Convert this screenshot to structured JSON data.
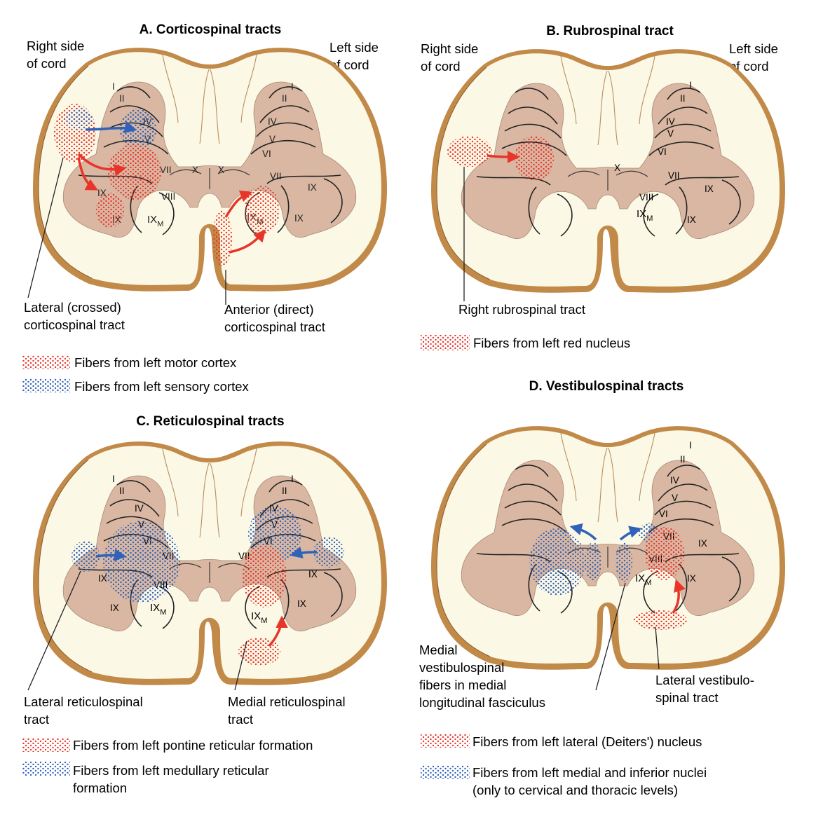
{
  "panels": {
    "a": {
      "title": "A. Corticospinal tracts",
      "right_side": [
        "Right side",
        "of cord"
      ],
      "left_side": [
        "Left side",
        "of cord"
      ],
      "callout_1": [
        "Lateral (crossed)",
        "corticospinal tract"
      ],
      "callout_2": [
        "Anterior (direct)",
        "corticospinal tract"
      ],
      "legend": [
        {
          "text": "Fibers from left motor cortex",
          "color": "#e8352a"
        },
        {
          "text": "Fibers from left sensory cortex",
          "color": "#2f62b8"
        }
      ]
    },
    "b": {
      "title": "B. Rubrospinal tract",
      "right_side": [
        "Right side",
        "of cord"
      ],
      "left_side": [
        "Left side",
        "of cord"
      ],
      "callout_1": [
        "Right rubrospinal tract"
      ],
      "legend": [
        {
          "text": "Fibers from left red nucleus",
          "color": "#e8352a"
        }
      ]
    },
    "c": {
      "title": "C. Reticulospinal tracts",
      "callout_1": [
        "Lateral reticulospinal",
        "tract"
      ],
      "callout_2": [
        "Medial reticulospinal",
        "tract"
      ],
      "legend": [
        {
          "text": "Fibers from left pontine reticular formation",
          "color": "#e8352a"
        },
        {
          "text": "Fibers from left medullary reticular",
          "text2": "formation",
          "color": "#2f62b8"
        }
      ]
    },
    "d": {
      "title": "D. Vestibulospinal tracts",
      "callout_1": [
        "Medial",
        "vestibulospinal",
        "fibers in medial",
        "longitudinal fasciculus"
      ],
      "callout_2": [
        "Lateral vestibulo-",
        "spinal tract"
      ],
      "legend": [
        {
          "text": "Fibers from left lateral (Deiters') nucleus",
          "color": "#e8352a"
        },
        {
          "text": "Fibers from left medial and inferior nuclei",
          "text2": "(only to cervical and thoracic levels)",
          "color": "#2f62b8"
        }
      ]
    }
  },
  "laminae": [
    "I",
    "II",
    "IV",
    "V",
    "VI",
    "VII",
    "VIII",
    "IX",
    "X"
  ],
  "lamina_m_sub": "M",
  "colors": {
    "white_matter": "#fbf8e6",
    "gray_matter": "#d9b7a2",
    "pia": "#c28a48",
    "red_fibers": "#e8352a",
    "blue_fibers": "#2f62b8"
  }
}
